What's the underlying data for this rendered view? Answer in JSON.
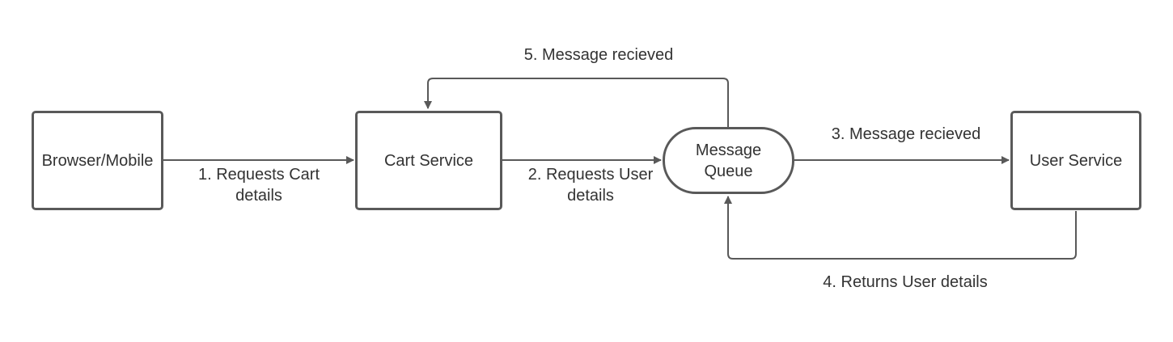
{
  "nodes": {
    "browser": {
      "label": "Browser/Mobile"
    },
    "cart": {
      "label": "Cart Service"
    },
    "queue": {
      "label_line1": "Message",
      "label_line2": "Queue"
    },
    "user": {
      "label": "User Service"
    }
  },
  "edges": {
    "e1": {
      "line1": "1. Requests Cart",
      "line2": "details"
    },
    "e2": {
      "line1": "2. Requests User",
      "line2": "details"
    },
    "e3": {
      "label": "3. Message recieved"
    },
    "e4": {
      "label": "4. Returns User details"
    },
    "e5": {
      "label": "5. Message recieved"
    }
  },
  "colors": {
    "stroke": "#595959",
    "text": "#333333",
    "background": "#ffffff"
  }
}
